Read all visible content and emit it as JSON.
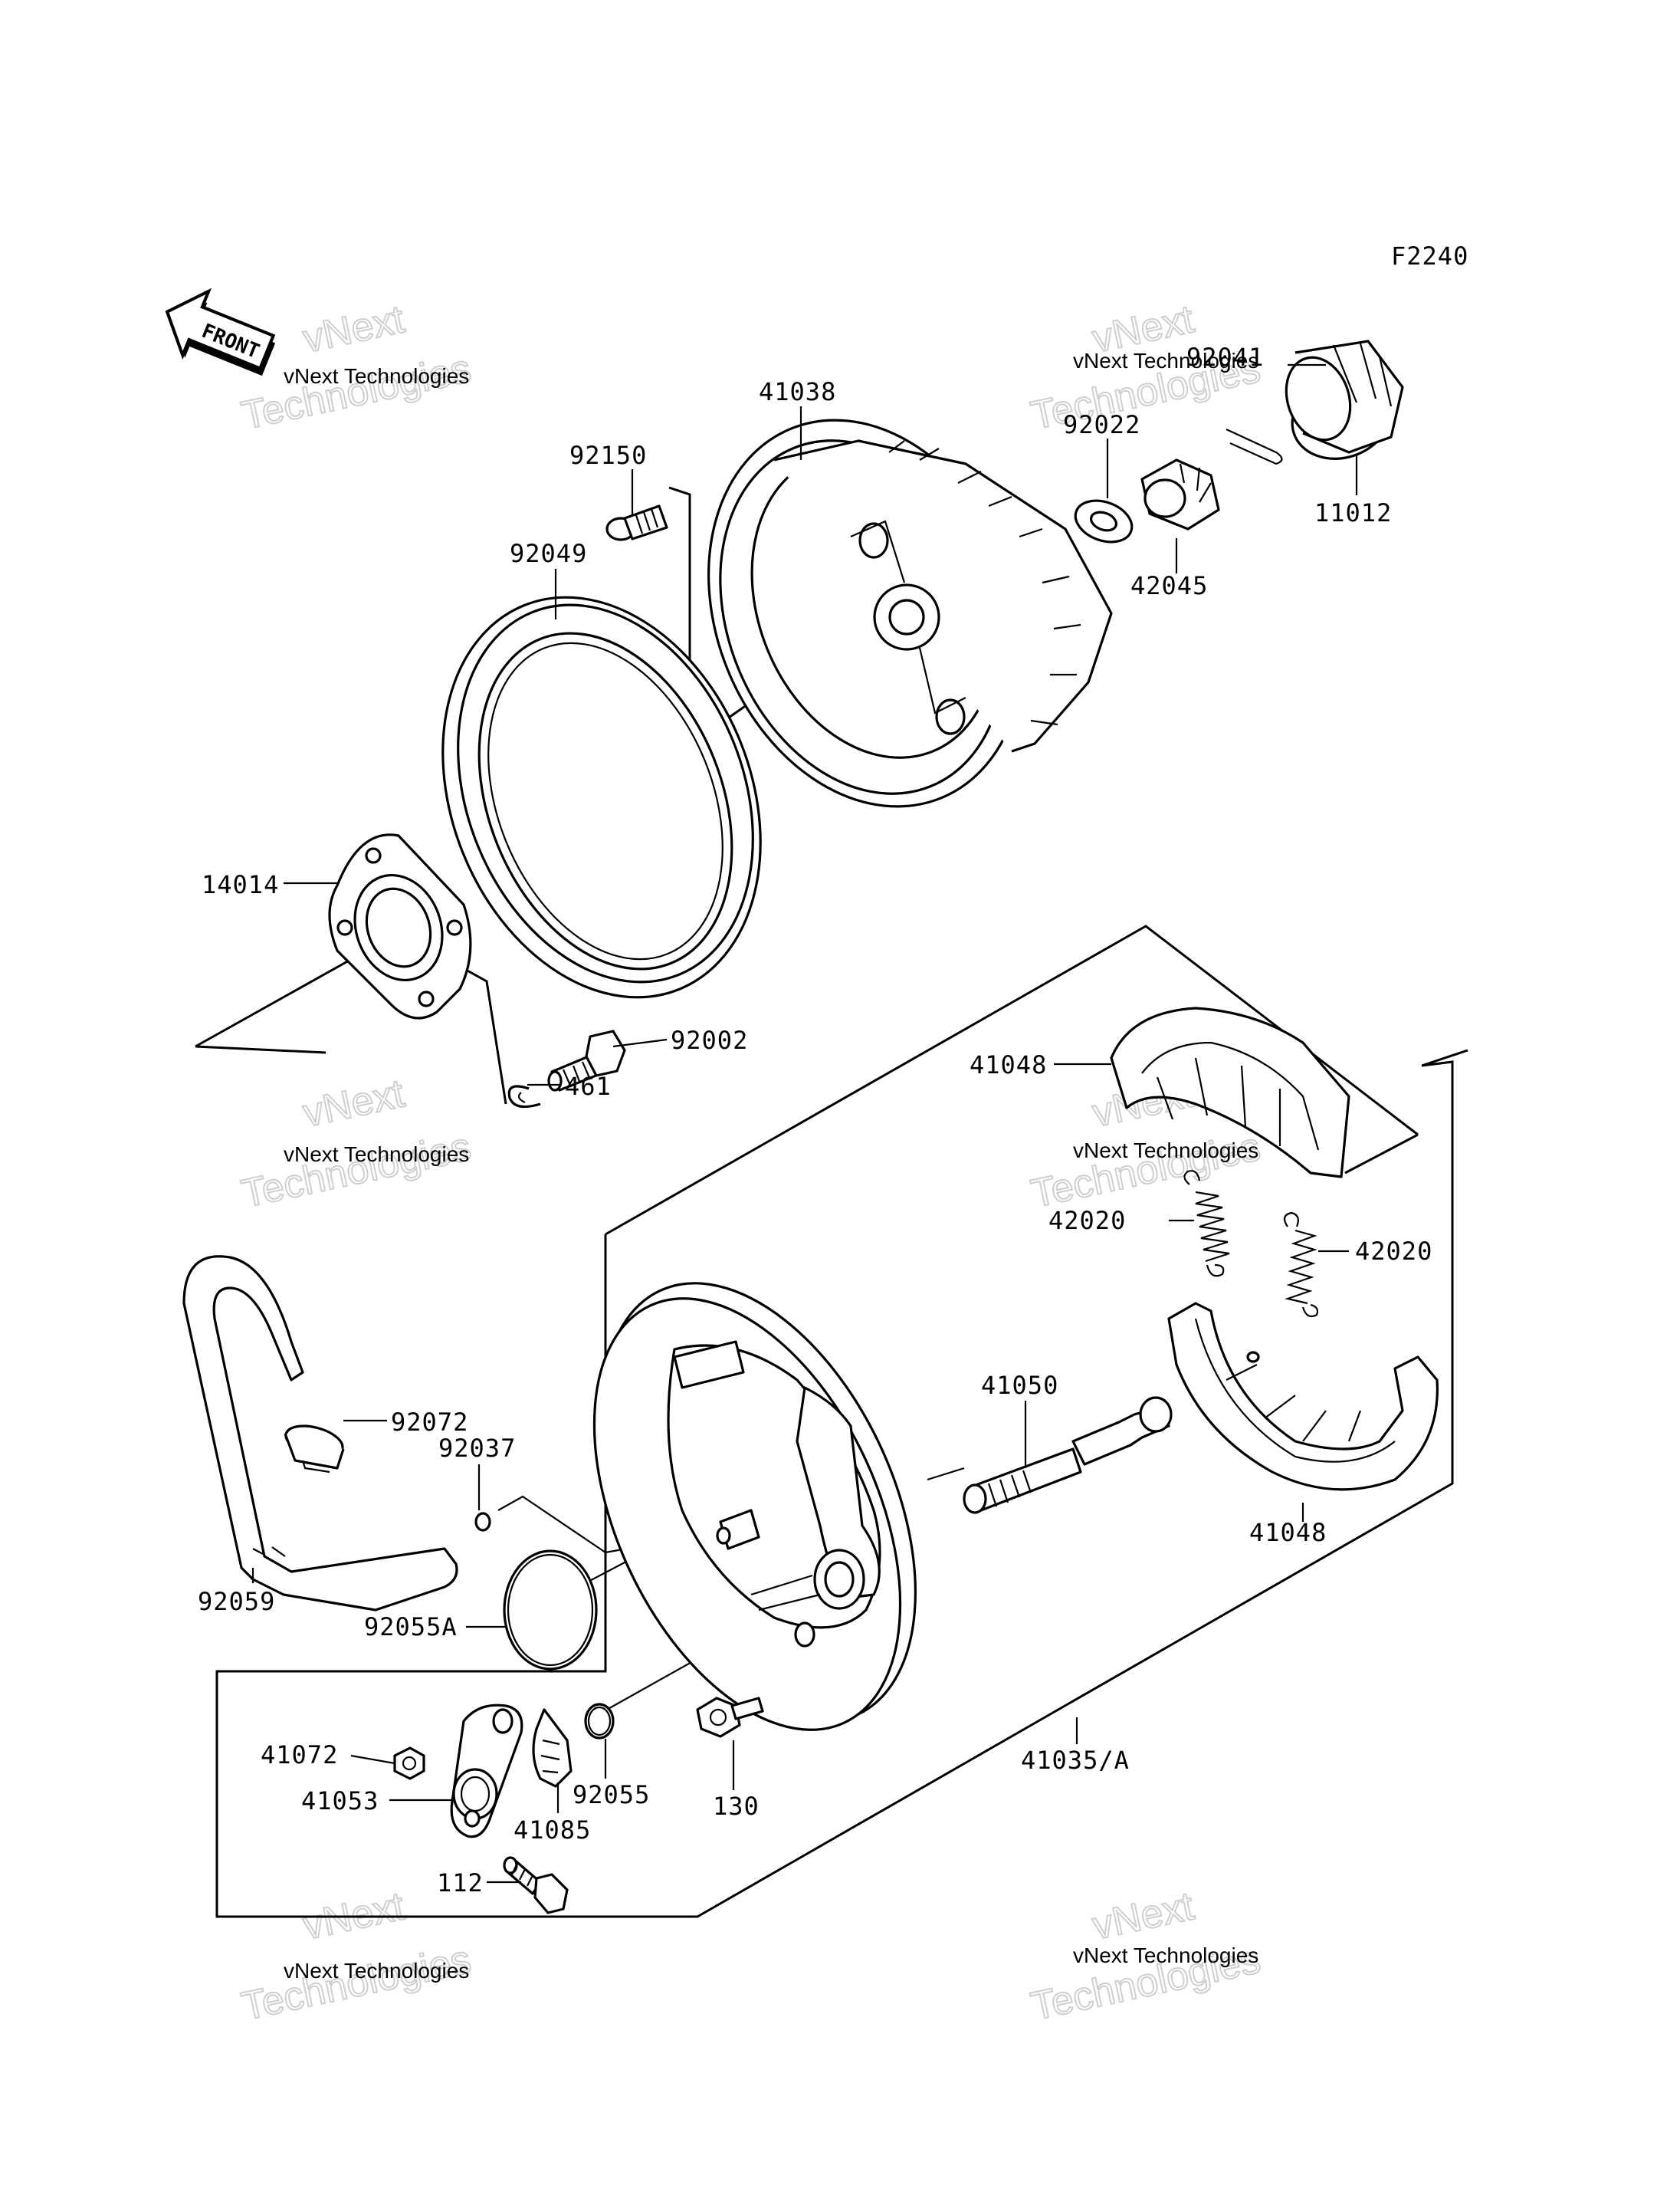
{
  "figure_code": "F2240",
  "front_label": "FRONT",
  "watermark": {
    "line1": "vNext Technologies",
    "line2": "vNext",
    "line3": "Technologies"
  },
  "parts": {
    "p41038": "41038",
    "p92150": "92150",
    "p92049": "92049",
    "p92022": "92022",
    "p92041": "92041",
    "p11012": "11012",
    "p42045": "42045",
    "p14014": "14014",
    "p92002": "92002",
    "p461": "461",
    "p41048a": "41048",
    "p42020a": "42020",
    "p42020b": "42020",
    "p41048b": "41048",
    "p41050": "41050",
    "p92072": "92072",
    "p92037": "92037",
    "p92059": "92059",
    "p92055A": "92055A",
    "p41072": "41072",
    "p41053": "41053",
    "p41085": "41085",
    "p92055": "92055",
    "p130": "130",
    "p112": "112",
    "p41035A": "41035/A"
  }
}
